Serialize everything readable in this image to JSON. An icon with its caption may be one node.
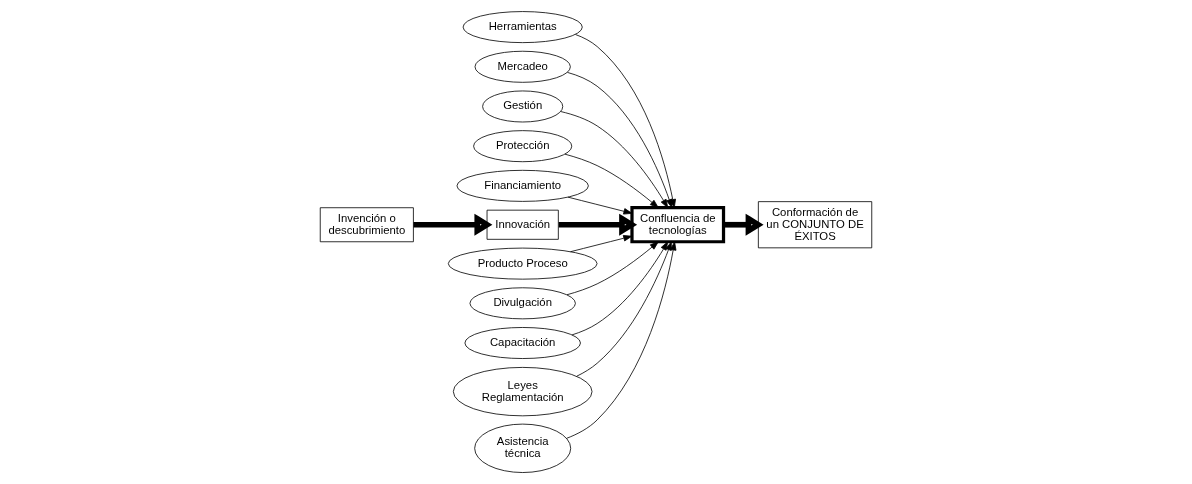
{
  "diagram": {
    "nodes": [
      {
        "text": [
          "Invención o descubrimiento"
        ]
      },
      {
        "text": [
          "Innovación"
        ]
      },
      {
        "text": [
          "Confluencia de tecnologías"
        ]
      },
      {
        "text": [
          "Conformación de un CONJUNTO DE ÉXITOS"
        ]
      },
      {
        "text": [
          "Herramientas"
        ]
      },
      {
        "text": [
          "Mercadeo"
        ]
      },
      {
        "text": [
          "Gestión"
        ]
      },
      {
        "text": [
          "Protección"
        ]
      },
      {
        "text": [
          "Financiamiento"
        ]
      },
      {
        "text": [
          "Producto Proceso"
        ]
      },
      {
        "text": [
          "Divulgación"
        ]
      },
      {
        "text": [
          "Capacitación"
        ]
      },
      {
        "text": [
          "Leyes Reglamentación"
        ]
      },
      {
        "text": [
          "Asistencia técnica"
        ]
      }
    ],
    "edges": [
      {
        "from": 0,
        "to": 1,
        "arrow": "to",
        "style": "thick"
      },
      {
        "from": 1,
        "to": 2,
        "arrow": "to",
        "style": "thick"
      },
      {
        "from": 2,
        "to": 3,
        "arrow": "to",
        "style": "thick"
      },
      {
        "from": 4,
        "to": 2,
        "arrow": "to"
      },
      {
        "from": 5,
        "to": 2,
        "arrow": "to"
      },
      {
        "from": 6,
        "to": 2,
        "arrow": "to"
      },
      {
        "from": 7,
        "to": 2,
        "arrow": "to"
      },
      {
        "from": 8,
        "to": 2,
        "arrow": "to"
      },
      {
        "from": 9,
        "to": 2,
        "arrow": "to"
      },
      {
        "from": 10,
        "to": 2,
        "arrow": "to"
      },
      {
        "from": 11,
        "to": 2,
        "arrow": "to"
      },
      {
        "from": 12,
        "to": 2,
        "arrow": "to"
      },
      {
        "from": 13,
        "to": 2,
        "arrow": "to"
      }
    ]
  }
}
